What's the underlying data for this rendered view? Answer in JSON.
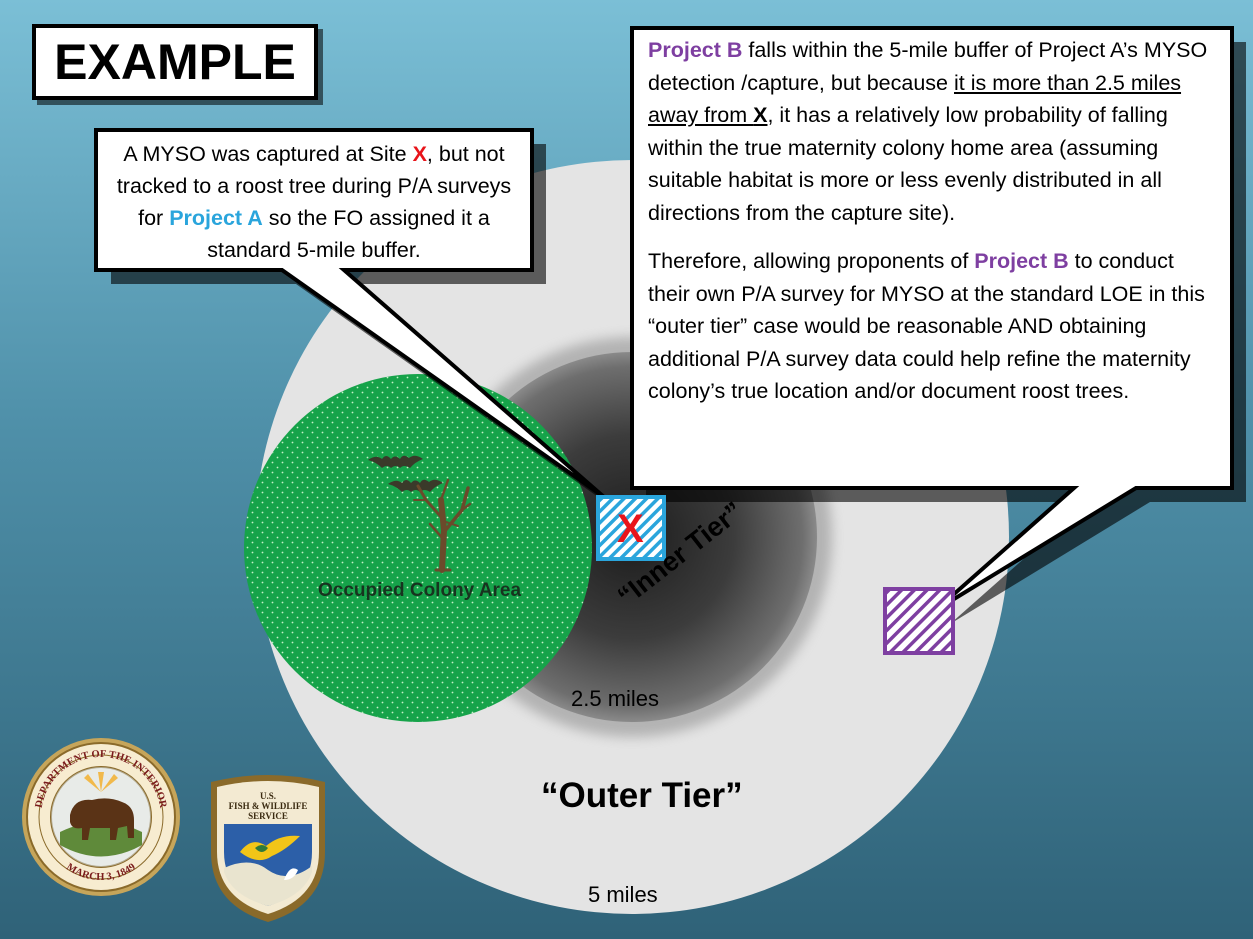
{
  "slide_title": "EXAMPLE",
  "callout_a": {
    "text_1": "A MYSO was captured at Site ",
    "site_marker": "X",
    "text_2": ", but not tracked to a roost tree during P/A surveys for ",
    "project_name": "Project A",
    "text_3": " so the FO assigned it a standard 5-mile buffer."
  },
  "callout_b": {
    "p1_project": "Project B",
    "p1_text_1": " falls within the 5-mile buffer of Project A’s MYSO detection /capture, but because ",
    "p1_underlined_1": "it is more than 2.5 miles away from ",
    "p1_underlined_x": "X",
    "p1_text_2": ", it has a relatively low probability of  falling  within the true maternity colony home area (assuming suitable habitat is more or less evenly distributed in all directions from the capture site).",
    "p2_text_1": "Therefore, allowing  proponents of ",
    "p2_project": "Project B",
    "p2_text_2": " to conduct their own P/A survey for MYSO at the standard LOE in this “outer tier” case would be reasonable  AND obtaining additional P/A survey data could help refine the maternity colony’s true location and/or document roost trees."
  },
  "diagram": {
    "occupied_label": "Occupied Colony Area",
    "inner_tier_label": "“Inner Tier”",
    "inner_radius_label": "2.5 miles",
    "outer_tier_label": "“Outer Tier”",
    "outer_radius_label": "5 miles",
    "site_x_marker": "X"
  },
  "logos": {
    "doi_seal": {
      "name": "U.S. Department of the Interior seal",
      "top_text": "DEPARTMENT OF THE INTERIOR",
      "bottom_text": "MARCH 3, 1849"
    },
    "fws_badge": {
      "name": "U.S. Fish & Wildlife Service badge",
      "line1": "U.S.",
      "line2": "FISH & WILDLIFE",
      "line3": "SERVICE"
    }
  },
  "colors": {
    "background_top": "#7bbfd6",
    "background_bottom": "#2f6278",
    "outer_tier": "#e4e4e4",
    "inner_tier": "#505050",
    "occupied_area": "#16a34a",
    "project_a": "#2aa5dc",
    "project_b": "#7e3fa1",
    "site_x": "#e8141a"
  }
}
